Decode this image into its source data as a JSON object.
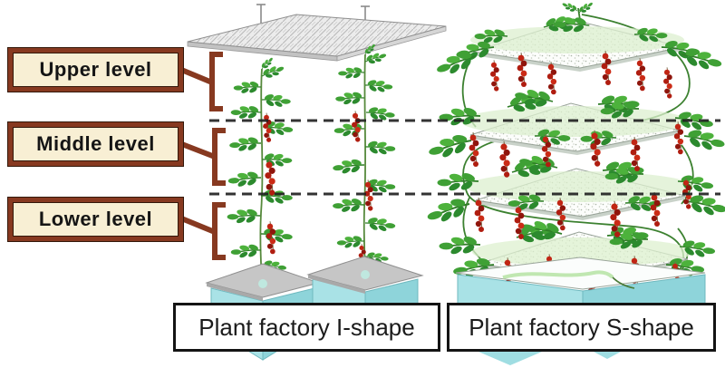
{
  "figure": {
    "level_labels": [
      {
        "id": "upper",
        "label": "Upper level"
      },
      {
        "id": "middle",
        "label": "Middle level"
      },
      {
        "id": "lower",
        "label": "Lower level"
      }
    ],
    "captions": [
      {
        "id": "i-shape",
        "label": "Plant factory I-shape"
      },
      {
        "id": "s-shape",
        "label": "Plant factory S-shape"
      }
    ],
    "colors": {
      "label_box_fill": "#f8efd4",
      "label_box_border": "#873920",
      "connector_brown": "#873920",
      "dashed_divider": "#222222",
      "caption_border": "#141414",
      "light_panel_gray": "#d9d9d9",
      "shelf_white": "#fcfdfb",
      "tank_cyan": "#a9e2e6",
      "leaf_green": "#3fa035",
      "tomato_red": "#b01d10"
    }
  }
}
